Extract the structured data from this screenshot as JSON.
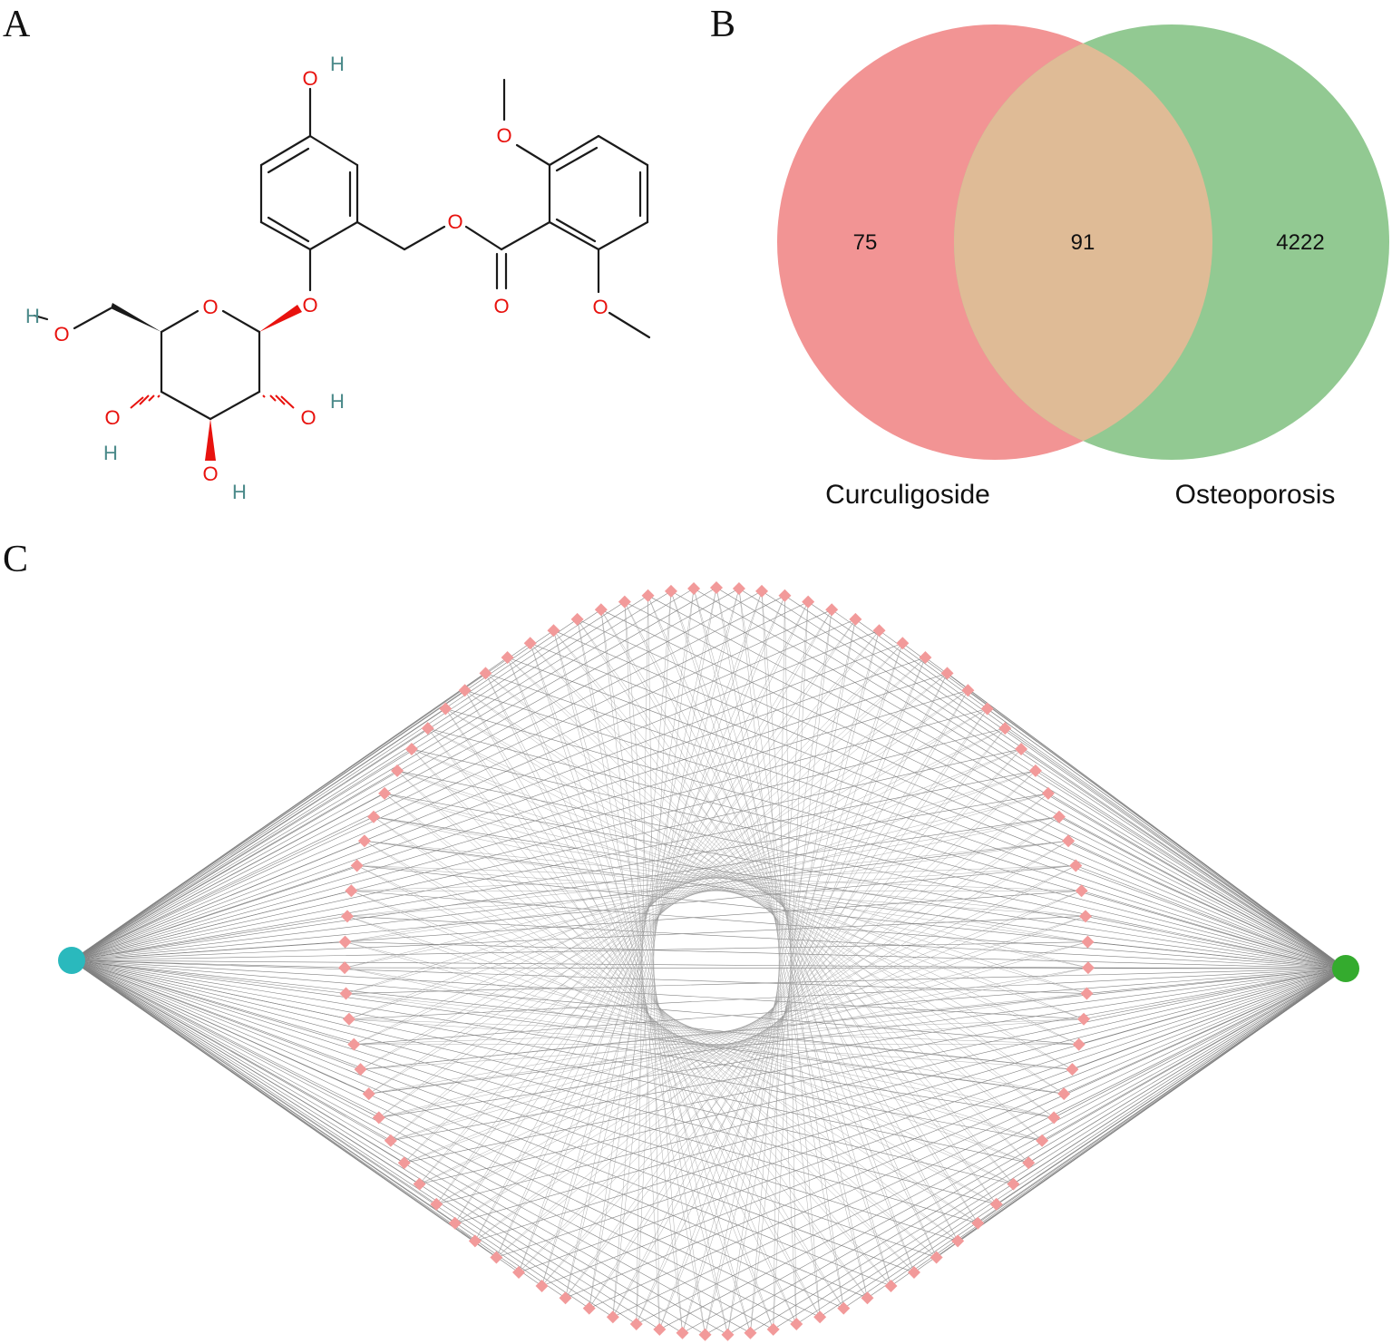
{
  "panels": {
    "a": {
      "letter": "A"
    },
    "b": {
      "letter": "B"
    },
    "c": {
      "letter": "C"
    }
  },
  "molecule": {
    "atoms": {
      "O": "O",
      "H": "H"
    },
    "colors": {
      "oxygen": "#e8120e",
      "hydrogen": "#4b8a8a",
      "bond": "#1a1a1a"
    }
  },
  "venn": {
    "sets": [
      {
        "label": "Curculigoside",
        "only_count": "75",
        "color": "#f08080"
      },
      {
        "label": "Osteoporosis",
        "only_count": "4222",
        "color": "#88c488"
      }
    ],
    "intersection_count": "91",
    "intersection_color": "#dfbb96"
  },
  "network": {
    "hub_colors": {
      "curculigoside": "#2ab9bd",
      "osteoporosis": "#34ab2e"
    },
    "target_node_count": 91,
    "node_color": "#f29a9a",
    "edge_color": "#808080"
  }
}
